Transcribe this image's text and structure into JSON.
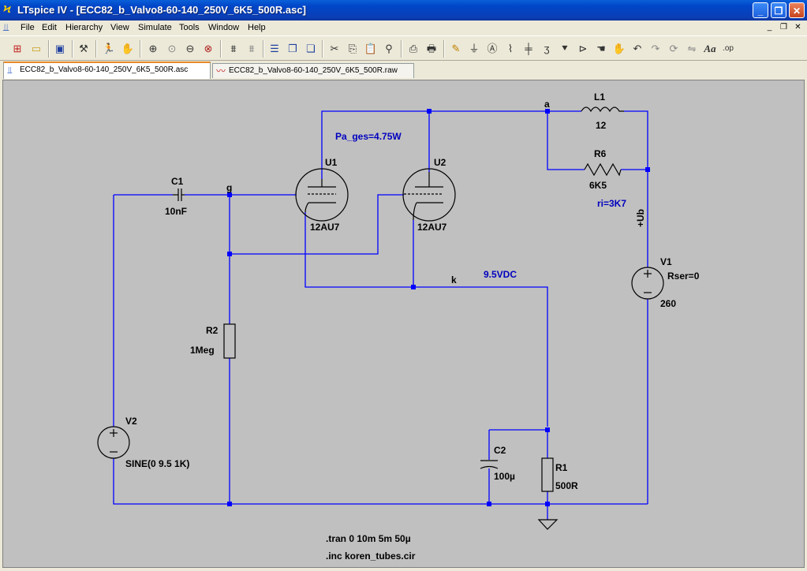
{
  "window": {
    "app_icon": "ltspice-logo-icon",
    "title": "LTspice IV - [ECC82_b_Valvo8-60-140_250V_6K5_500R.asc]",
    "controls": {
      "minimize": "_",
      "maximize": "❐",
      "close": "✕"
    }
  },
  "menubar": {
    "items": [
      "File",
      "Edit",
      "Hierarchy",
      "View",
      "Simulate",
      "Tools",
      "Window",
      "Help"
    ],
    "mdi_controls": {
      "minimize": "_",
      "restore": "❐",
      "close": "✕"
    }
  },
  "toolbar": {
    "icons": [
      "new-schematic-icon",
      "open-icon",
      "save-icon",
      "control-panel-icon",
      "run-icon",
      "halt-icon",
      "zoom-in-icon",
      "pan-icon",
      "zoom-out-icon",
      "zoom-cancel-icon",
      "autorange-icon",
      "zoom-fit-icon",
      "tile-horizontal-icon",
      "cascade-icon",
      "tile-vertical-icon",
      "cut-icon",
      "copy-icon",
      "paste-icon",
      "find-icon",
      "print-setup-icon",
      "print-icon",
      "draw-wire-icon",
      "ground-icon",
      "label-net-icon",
      "resistor-icon",
      "capacitor-icon",
      "inductor-icon",
      "diode-icon",
      "component-icon",
      "move-icon",
      "drag-icon",
      "undo-icon",
      "redo-icon",
      "rotate-icon",
      "mirror-icon",
      "text-icon",
      "spice-directive-icon"
    ]
  },
  "tabs": [
    {
      "label": "ECC82_b_Valvo8-60-140_250V_6K5_500R.asc",
      "icon": "schematic-icon",
      "active": true
    },
    {
      "label": "ECC82_b_Valvo8-60-140_250V_6K5_500R.raw",
      "icon": "waveform-icon",
      "active": false
    }
  ],
  "schematic": {
    "colors": {
      "wire": "#0000ff",
      "canvas": "#c0c0c0",
      "component": "#000000",
      "directive_text": "#000000",
      "annotation_text": "#0000c0"
    },
    "components": {
      "c1": {
        "name": "C1",
        "value": "10nF"
      },
      "r2": {
        "name": "R2",
        "value": "1Meg"
      },
      "u1": {
        "name": "U1",
        "value": "12AU7"
      },
      "u2": {
        "name": "U2",
        "value": "12AU7"
      },
      "l1": {
        "name": "L1",
        "value": "12"
      },
      "r6": {
        "name": "R6",
        "value": "6K5"
      },
      "v1": {
        "name": "V1",
        "value": "260",
        "param": "Rser=0"
      },
      "v2": {
        "name": "V2",
        "value": "SINE(0 9.5 1K)"
      },
      "c2": {
        "name": "C2",
        "value": "100µ"
      },
      "r1": {
        "name": "R1",
        "value": "500R"
      }
    },
    "net_labels": {
      "g": "g",
      "a": "a",
      "k": "k",
      "ub": "+Ub"
    },
    "annotations": {
      "pa_ges": "Pa_ges=4.75W",
      "ri": "ri=3K7",
      "vdc": "9.5VDC"
    },
    "directives": {
      "tran": ".tran 0 10m 5m 50µ",
      "inc": ".inc koren_tubes.cir"
    }
  }
}
